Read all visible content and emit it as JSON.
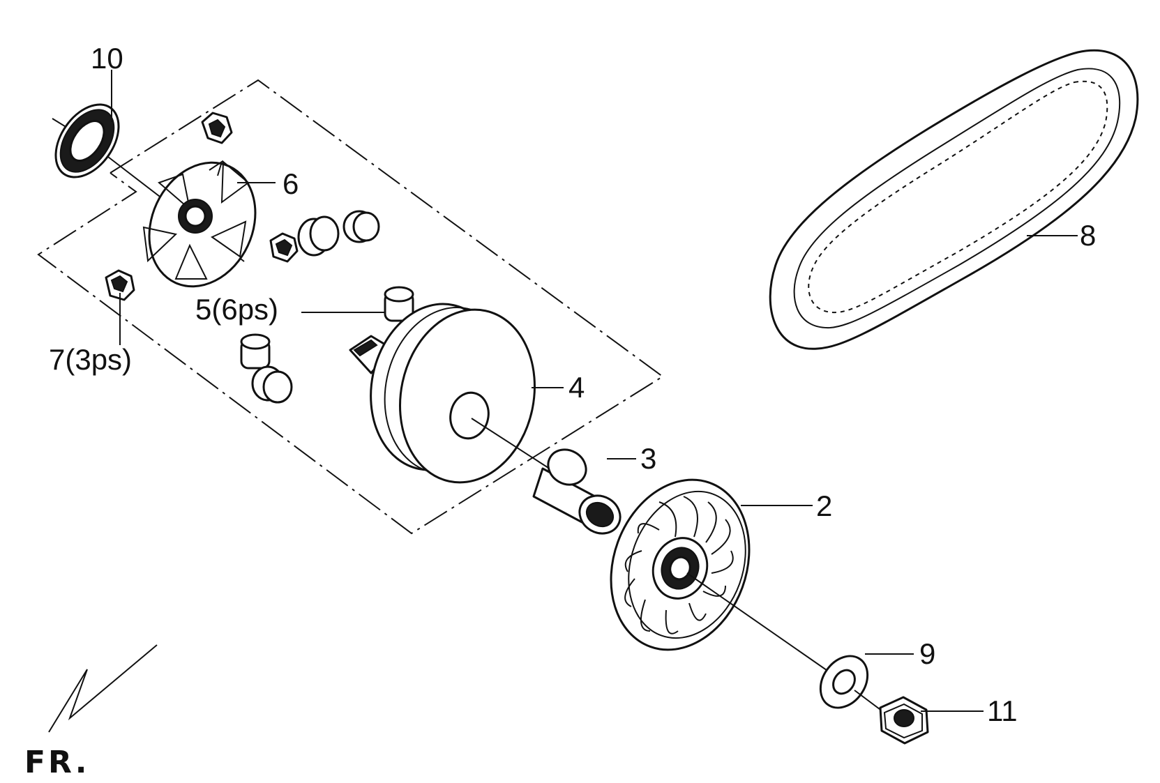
{
  "diagram": {
    "orientation_label": "FR.",
    "parts": [
      {
        "id": "2",
        "label": "2"
      },
      {
        "id": "3",
        "label": "3"
      },
      {
        "id": "4",
        "label": "4"
      },
      {
        "id": "5",
        "label": "5(6ps)"
      },
      {
        "id": "6",
        "label": "6"
      },
      {
        "id": "7",
        "label": "7(3ps)"
      },
      {
        "id": "8",
        "label": "8"
      },
      {
        "id": "9",
        "label": "9"
      },
      {
        "id": "10",
        "label": "10"
      },
      {
        "id": "11",
        "label": "11"
      }
    ]
  },
  "colors": {
    "line": "#111111",
    "background": "#ffffff"
  }
}
